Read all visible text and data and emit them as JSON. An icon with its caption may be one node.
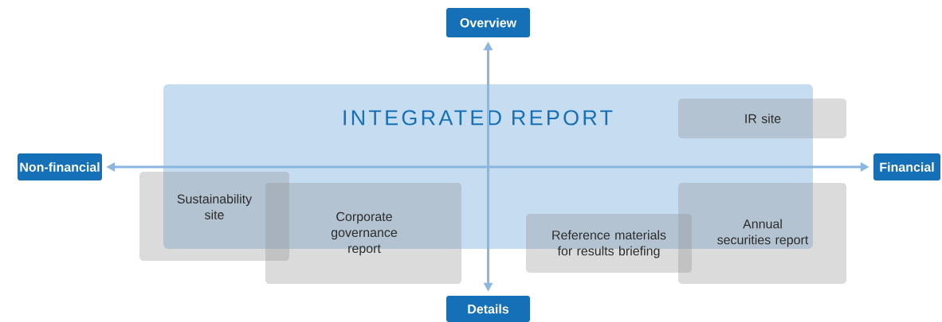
{
  "diagram": {
    "nodes": [
      {
        "text": [
          "INTEGRATED REPORT"
        ]
      },
      {
        "text": [
          "Overview"
        ]
      },
      {
        "text": [
          "Non-financial"
        ]
      },
      {
        "text": [
          "Financial"
        ]
      },
      {
        "text": [
          "Details"
        ]
      },
      {
        "text": [
          "IR site"
        ]
      },
      {
        "text": [
          "Sustainability site"
        ]
      },
      {
        "text": [
          "Corporate governance report"
        ]
      },
      {
        "text": [
          "Reference materials for results briefing"
        ]
      },
      {
        "text": [
          "Annual securities report"
        ]
      }
    ],
    "edges": [
      {
        "from": 2,
        "to": 3,
        "arrow": "both"
      },
      {
        "from": 4,
        "to": 1,
        "arrow": "both"
      }
    ]
  }
}
